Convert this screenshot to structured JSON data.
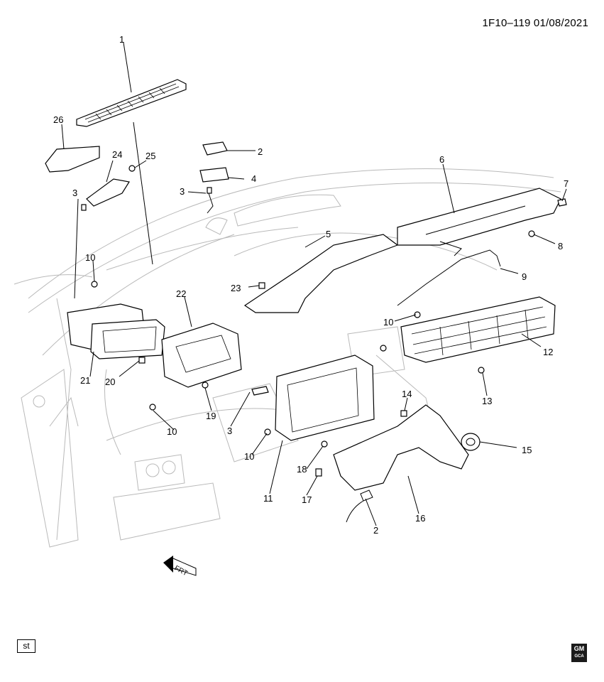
{
  "header": {
    "reference": "1F10–119  01/08/2021"
  },
  "callouts": [
    {
      "id": "c1",
      "label": "1"
    },
    {
      "id": "c2a",
      "label": "2"
    },
    {
      "id": "c2b",
      "label": "2"
    },
    {
      "id": "c3a",
      "label": "3"
    },
    {
      "id": "c3b",
      "label": "3"
    },
    {
      "id": "c3c",
      "label": "3"
    },
    {
      "id": "c4",
      "label": "4"
    },
    {
      "id": "c5",
      "label": "5"
    },
    {
      "id": "c6",
      "label": "6"
    },
    {
      "id": "c7",
      "label": "7"
    },
    {
      "id": "c8",
      "label": "8"
    },
    {
      "id": "c9",
      "label": "9"
    },
    {
      "id": "c10a",
      "label": "10"
    },
    {
      "id": "c10b",
      "label": "10"
    },
    {
      "id": "c10c",
      "label": "10"
    },
    {
      "id": "c10d",
      "label": "10"
    },
    {
      "id": "c11",
      "label": "11"
    },
    {
      "id": "c12",
      "label": "12"
    },
    {
      "id": "c13",
      "label": "13"
    },
    {
      "id": "c14",
      "label": "14"
    },
    {
      "id": "c15",
      "label": "15"
    },
    {
      "id": "c16",
      "label": "16"
    },
    {
      "id": "c17",
      "label": "17"
    },
    {
      "id": "c18",
      "label": "18"
    },
    {
      "id": "c19",
      "label": "19"
    },
    {
      "id": "c20",
      "label": "20"
    },
    {
      "id": "c21",
      "label": "21"
    },
    {
      "id": "c22",
      "label": "22"
    },
    {
      "id": "c23",
      "label": "23"
    },
    {
      "id": "c24",
      "label": "24"
    },
    {
      "id": "c25",
      "label": "25"
    },
    {
      "id": "c26",
      "label": "26"
    }
  ],
  "front_marker": {
    "label": "FRT"
  },
  "footer": {
    "code_box": "st",
    "logo_text": "GM",
    "logo_sub": "GCA"
  }
}
